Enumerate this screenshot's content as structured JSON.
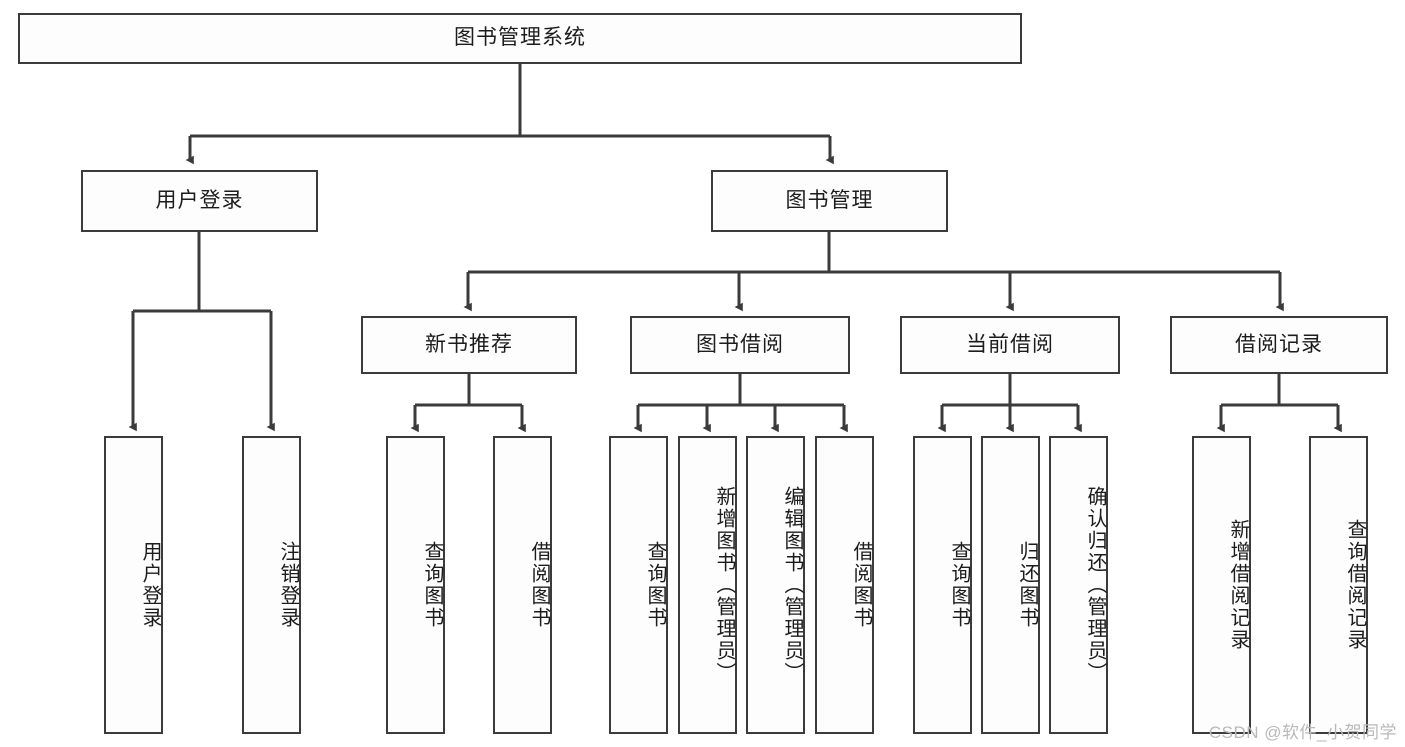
{
  "diagram": {
    "title": "图书管理系统",
    "type": "hierarchy-tree",
    "colors": {
      "border": "#3b3b3b",
      "background": "#ffffff",
      "text": "#1c1c1c",
      "watermark": "#b9b9b9"
    },
    "levels": {
      "root": {
        "label": "图书管理系统"
      },
      "level2": [
        {
          "label": "用户登录"
        },
        {
          "label": "图书管理"
        }
      ],
      "level3": [
        {
          "label": "新书推荐"
        },
        {
          "label": "图书借阅"
        },
        {
          "label": "当前借阅"
        },
        {
          "label": "借阅记录"
        }
      ],
      "level4": {
        "user_login": [
          {
            "label": "用户登录"
          },
          {
            "label": "注销登录"
          }
        ],
        "new_book_recommend": [
          {
            "label": "查询图书"
          },
          {
            "label": "借阅图书"
          }
        ],
        "book_borrow": [
          {
            "label": "查询图书"
          },
          {
            "label": "新增图书（管理员）"
          },
          {
            "label": "编辑图书（管理员）"
          },
          {
            "label": "借阅图书"
          }
        ],
        "current_borrow": [
          {
            "label": "查询图书"
          },
          {
            "label": "归还图书"
          },
          {
            "label": "确认归还（管理员）"
          }
        ],
        "borrow_record": [
          {
            "label": "新增借阅记录"
          },
          {
            "label": "查询借阅记录"
          }
        ]
      }
    }
  },
  "watermark": {
    "text": "CSDN @软件_小贺同学"
  }
}
